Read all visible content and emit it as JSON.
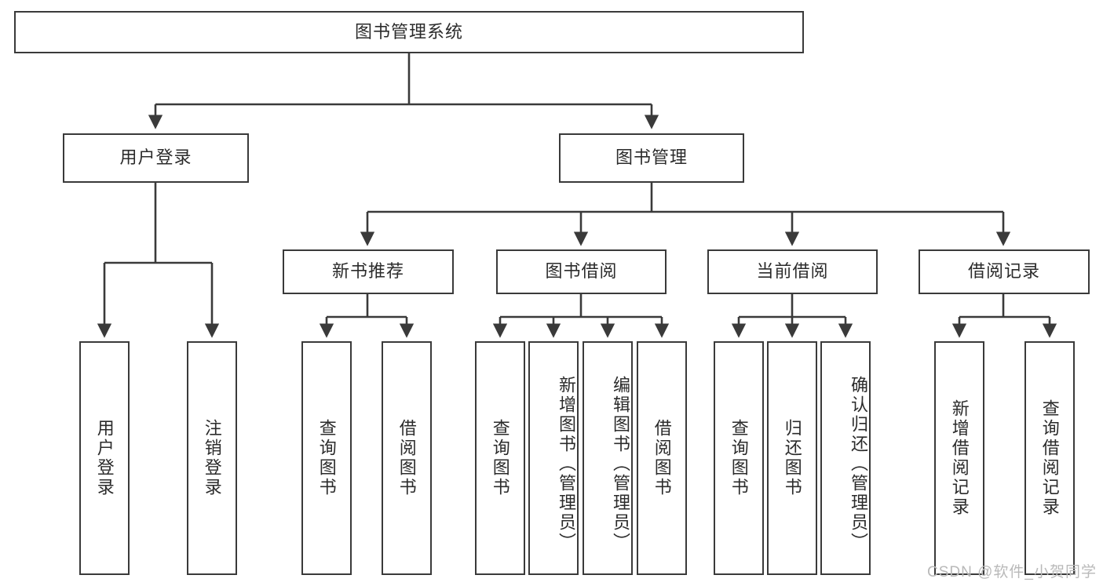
{
  "diagram": {
    "type": "tree",
    "title": "图书管理系统",
    "watermark": "CSDN @软件_小贺同学",
    "colors": {
      "box_border": "#3a3a3a",
      "box_fill": "#ffffff",
      "connector": "#3a3a3a",
      "text": "#2b2b2b",
      "watermark": "#b9b9b9"
    },
    "root": {
      "label": "图书管理系统"
    },
    "level1": [
      {
        "label": "用户登录"
      },
      {
        "label": "图书管理"
      }
    ],
    "level2": [
      {
        "label": "新书推荐"
      },
      {
        "label": "图书借阅"
      },
      {
        "label": "当前借阅"
      },
      {
        "label": "借阅记录"
      }
    ],
    "leaves": {
      "user_login": [
        {
          "label": "用户登录"
        },
        {
          "label": "注销登录"
        }
      ],
      "new_book_recommend": [
        {
          "label": "查询图书"
        },
        {
          "label": "借阅图书"
        }
      ],
      "book_borrow": [
        {
          "label": "查询图书"
        },
        {
          "label": "新增图书（管理员）"
        },
        {
          "label": "编辑图书（管理员）"
        },
        {
          "label": "借阅图书"
        }
      ],
      "current_borrow": [
        {
          "label": "查询图书"
        },
        {
          "label": "归还图书"
        },
        {
          "label": "确认归还（管理员）"
        }
      ],
      "borrow_record": [
        {
          "label": "新增借阅记录"
        },
        {
          "label": "查询借阅记录"
        }
      ]
    }
  }
}
